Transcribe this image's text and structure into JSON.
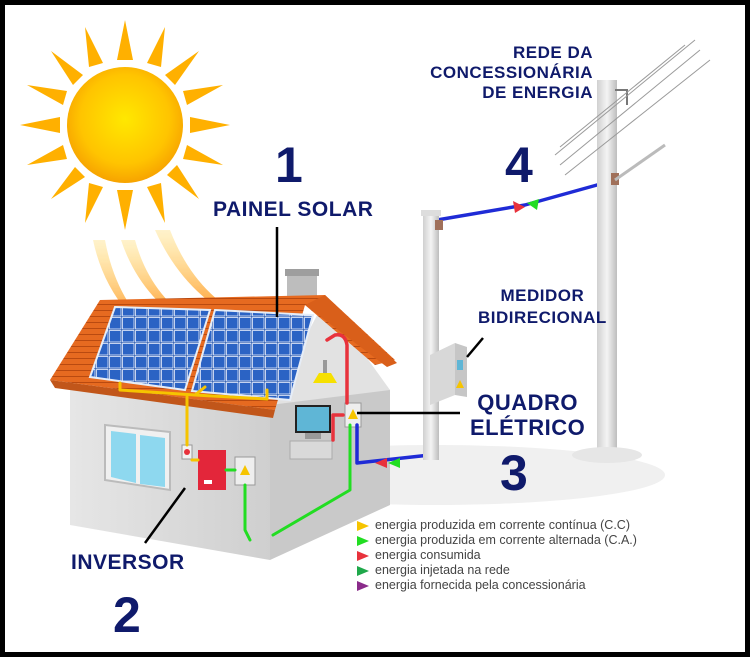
{
  "diagram": {
    "components": [
      {
        "number": "1",
        "label": "PAINEL SOLAR"
      },
      {
        "number": "2",
        "label": "INVERSOR"
      },
      {
        "number": "3",
        "label_lines": [
          "QUADRO",
          "ELÉTRICO"
        ]
      },
      {
        "number": "4",
        "label_lines": [
          "REDE DA",
          "CONCESSIONÁRIA",
          "DE ENERGIA"
        ]
      }
    ],
    "meter": {
      "label_lines": [
        "MEDIDOR",
        "BIDIRECIONAL"
      ]
    },
    "legend": [
      {
        "text": "energia produzida em corrente contínua (C.C)",
        "color": "#f6c400"
      },
      {
        "text": "energia produzida em corrente alternada (C.A.)",
        "color": "#22dd22"
      },
      {
        "text": "energia consumida",
        "color": "#e8323c"
      },
      {
        "text": "energia injetada na rede",
        "color": "#1fa84a",
        "outline": "#2a3fcf"
      },
      {
        "text": "energia fornecida pela concessionária",
        "color": "#8a2b8a",
        "outline": "#2a3fcf"
      }
    ],
    "colors": {
      "label_text": "#0f1a6b",
      "dc_wire": "#f6c400",
      "ac_wire": "#22dd22",
      "consumed_wire": "#e8323c",
      "grid_wire": "#1f2bd6",
      "roof": "#e0661c",
      "panel": "#1e4fa8",
      "frame": "#000000"
    }
  }
}
